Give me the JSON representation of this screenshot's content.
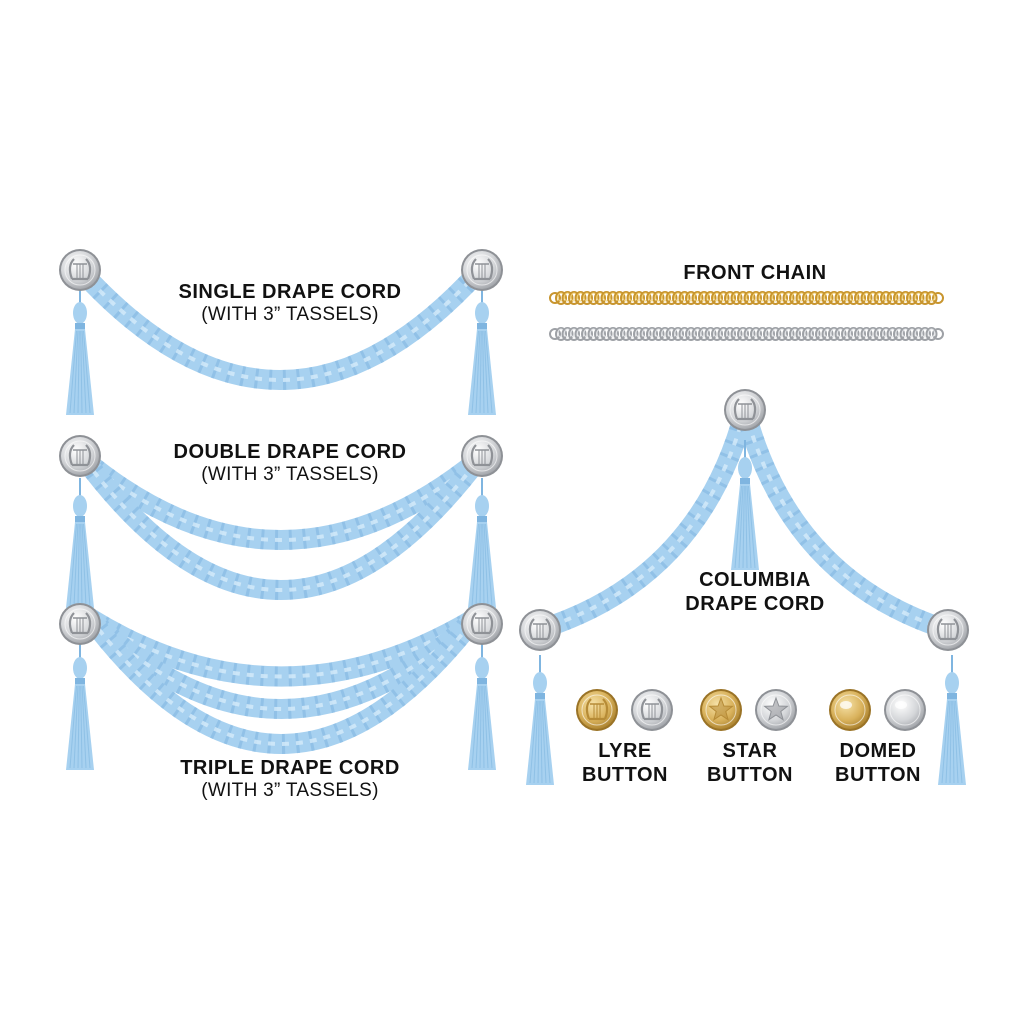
{
  "labels": {
    "single": {
      "title": "SINGLE DRAPE CORD",
      "subtitle": "(WITH 3” TASSELS)"
    },
    "double": {
      "title": "DOUBLE DRAPE CORD",
      "subtitle": "(WITH 3” TASSELS)"
    },
    "triple": {
      "title": "TRIPLE DRAPE CORD",
      "subtitle": "(WITH 3” TASSELS)"
    },
    "front_chain": "FRONT CHAIN",
    "columbia": {
      "line1": "COLUMBIA",
      "line2": "DRAPE CORD"
    },
    "lyre_button": {
      "line1": "LYRE",
      "line2": "BUTTON"
    },
    "star_button": {
      "line1": "STAR",
      "line2": "BUTTON"
    },
    "domed_button": {
      "line1": "DOMED",
      "line2": "BUTTON"
    }
  },
  "colors": {
    "cord": "#a7d1f0",
    "cord_dark": "#7fb5e0",
    "gold": "#d4a84a",
    "silver": "#c9cbcf",
    "text": "#111111"
  }
}
